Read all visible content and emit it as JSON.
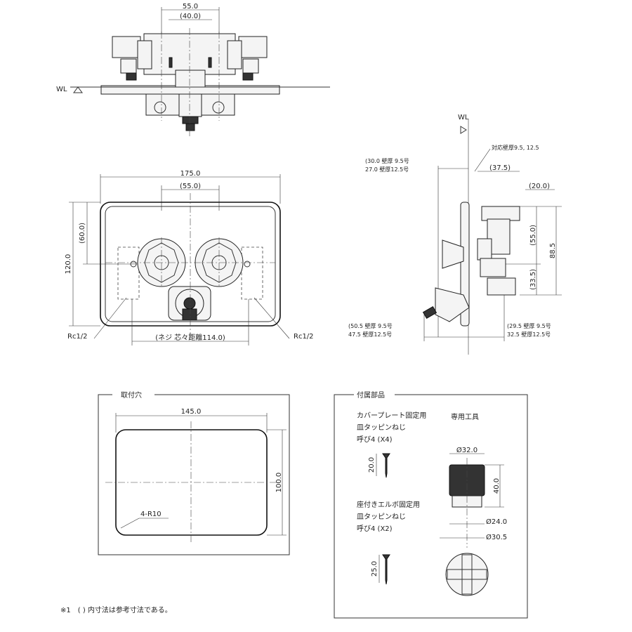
{
  "top_view": {
    "dim_outer": "55.0",
    "dim_inner": "(40.0)",
    "wl_label": "WL"
  },
  "front_view": {
    "width": "175.0",
    "pitch": "(55.0)",
    "height": "120.0",
    "center_height": "(60.0)",
    "thread_pitch": "(ネジ 芯々距離114.0)",
    "port_left": "Rc1/2",
    "port_right": "Rc1/2"
  },
  "side_view": {
    "wl_label": "WL",
    "wall_note": "対応壁厚9.5, 12.5",
    "depth_a_line1": "(30.0 壁厚 9.5号",
    "depth_a_line2": "27.0 壁厚12.5号",
    "dim_37": "(37.5)",
    "dim_20": "(20.0)",
    "dim_55": "(55.0)",
    "dim_88": "88.5",
    "dim_33": "(33.5)",
    "depth_b_line1": "(50.5 壁厚 9.5号",
    "depth_b_line2": "47.5 壁厚12.5号",
    "depth_c_line1": "(29.5 壁厚 9.5号",
    "depth_c_line2": "32.5 壁厚12.5号"
  },
  "mount_hole": {
    "title": "取付穴",
    "width": "145.0",
    "height": "100.0",
    "radius": "4-R10"
  },
  "accessories": {
    "title": "付属部品",
    "screw1_line1": "カバープレート固定用",
    "screw1_line2": "皿タッピンねじ",
    "screw1_line3": "呼び4 (X4)",
    "screw1_len": "20.0",
    "screw2_line1": "座付きエルボ固定用",
    "screw2_line2": "皿タッピンねじ",
    "screw2_line3": "呼び4 (X2)",
    "screw2_len": "25.0",
    "tool_title": "専用工具",
    "tool_dia": "Ø32.0",
    "tool_height": "40.0",
    "tool_dia_small": "Ø24.0",
    "tool_dia_mid": "Ø30.5"
  },
  "note": "※1　( ) 内寸法は参考寸法である。"
}
